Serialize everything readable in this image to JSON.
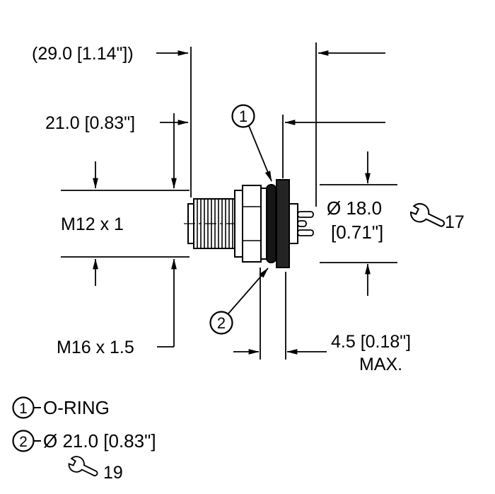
{
  "colors": {
    "line": "#000000",
    "dark_fill": "#1e1e1e",
    "background": "#ffffff"
  },
  "dimensions": {
    "overall_length": "(29.0 [1.14\"])",
    "front_length": "21.0 [0.83\"]",
    "front_thread": "M12 x 1",
    "body_dia_metric": "Ø 18.0",
    "body_dia_inch": "[0.71\"]",
    "hex_wrench_size": "17",
    "mounting_thread": "M16 x 1.5",
    "panel_thickness": "4.5 [0.18\"]",
    "panel_thickness_note": "MAX."
  },
  "callouts": {
    "c1": "1",
    "c2": "2"
  },
  "legend": {
    "item1": {
      "number": "1",
      "label": "O-RING"
    },
    "item2": {
      "number": "2",
      "label": "Ø 21.0 [0.83\"]",
      "wrench_size": "19"
    }
  }
}
